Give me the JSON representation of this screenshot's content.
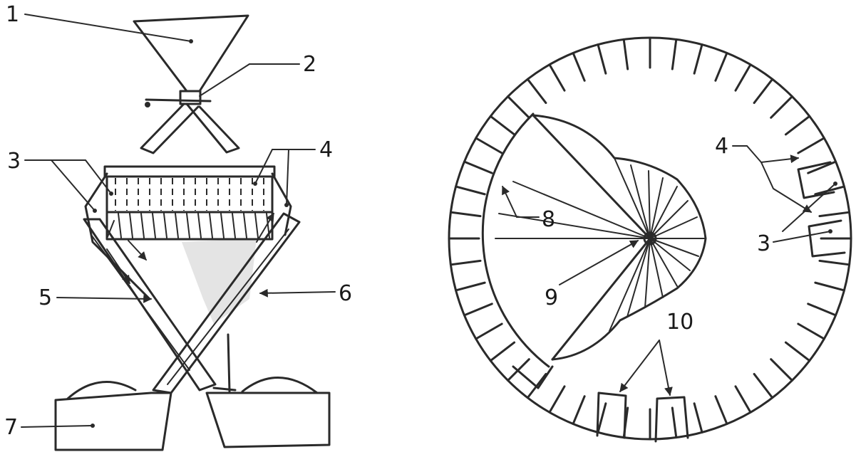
{
  "labels": {
    "l1": "1",
    "l2": "2",
    "l3": "3",
    "l4": "4",
    "l5": "5",
    "l6": "6",
    "l7": "7",
    "l3r": "3",
    "l4r": "4",
    "l8": "8",
    "l9": "9",
    "l10": "10"
  },
  "colors": {
    "ink": "#2a2a2a",
    "shade": "#d9d9d9",
    "paper": "#ffffff"
  }
}
